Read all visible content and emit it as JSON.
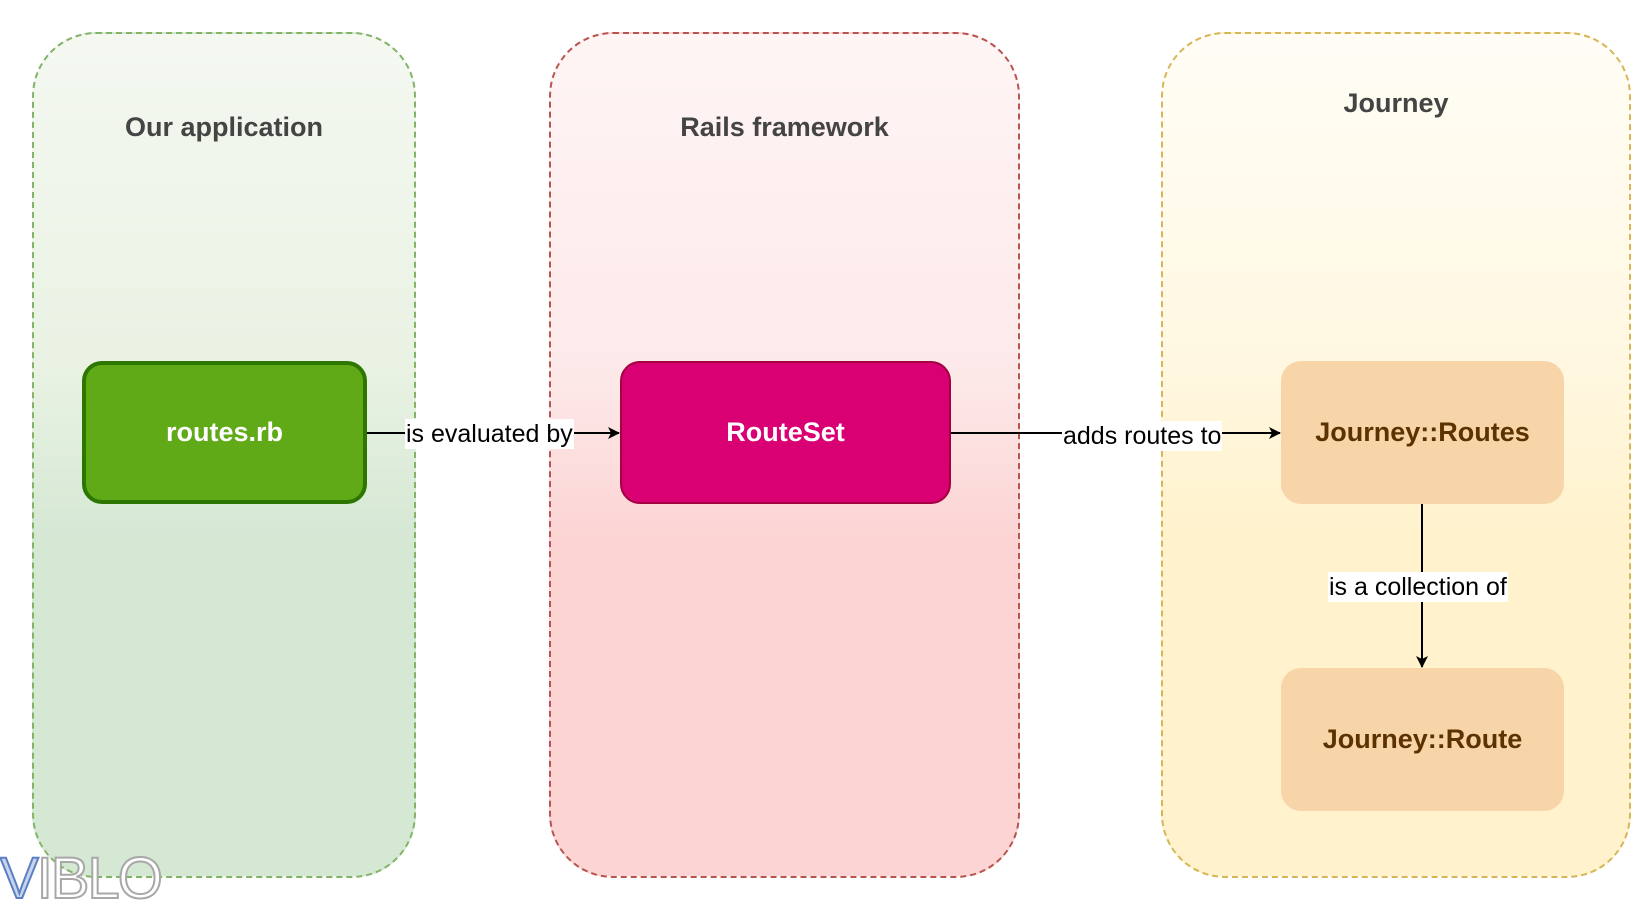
{
  "lanes": {
    "app": {
      "title": "Our application"
    },
    "rails": {
      "title": "Rails framework"
    },
    "journey": {
      "title": "Journey"
    }
  },
  "nodes": {
    "routes_rb": "routes.rb",
    "route_set": "RouteSet",
    "journey_routes": "Journey::Routes",
    "journey_route": "Journey::Route"
  },
  "edges": {
    "evaluated_by": "is evaluated by",
    "adds_routes_to": "adds routes to",
    "collection_of": "is a collection of"
  },
  "watermark": {
    "first_letter": "V",
    "rest": "IBLO"
  },
  "colors": {
    "app_lane_border": "#82b366",
    "rails_lane_border": "#b85450",
    "journey_lane_border": "#d6b656",
    "routes_rb_fill": "#60a917",
    "route_set_fill": "#d80073",
    "journey_node_fill": "#f8d5a8",
    "journey_node_text": "#5c3300"
  }
}
